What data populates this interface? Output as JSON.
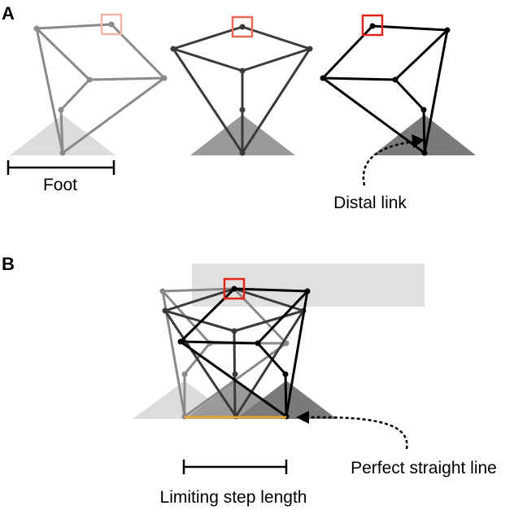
{
  "panels": {
    "a": {
      "letter": "A",
      "foot_label": "Foot",
      "distal_label": "Distal link"
    },
    "b": {
      "letter": "B",
      "straight_line_label": "Perfect straight line",
      "step_label": "Limiting step length"
    }
  },
  "colors": {
    "light_gray": "#8a8a8a",
    "mid_gray": "#3a3a3a",
    "black": "#000000",
    "pale_marker": "#f3b6a8",
    "mid_marker": "#ea6a55",
    "red_marker": "#e0261b",
    "straight_line": "#e8a637",
    "shadow_light": "#d9d9d9",
    "shadow_mid": "#9a9a9a",
    "shadow_dark": "#7a7a7a",
    "light_box": "#e0e0e0"
  }
}
